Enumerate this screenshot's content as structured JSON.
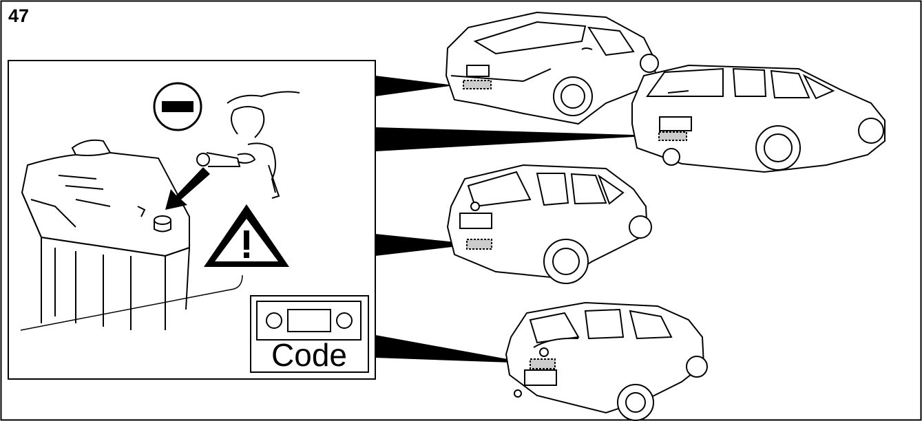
{
  "step_number": "47",
  "code_label": "Code",
  "icons": {
    "minus": "minus-circle-icon",
    "warning": "warning-triangle-icon",
    "arrow": "arrow-down-left-icon"
  },
  "vehicles": [
    "sedan",
    "touring-wagon",
    "suv",
    "hatchback"
  ]
}
